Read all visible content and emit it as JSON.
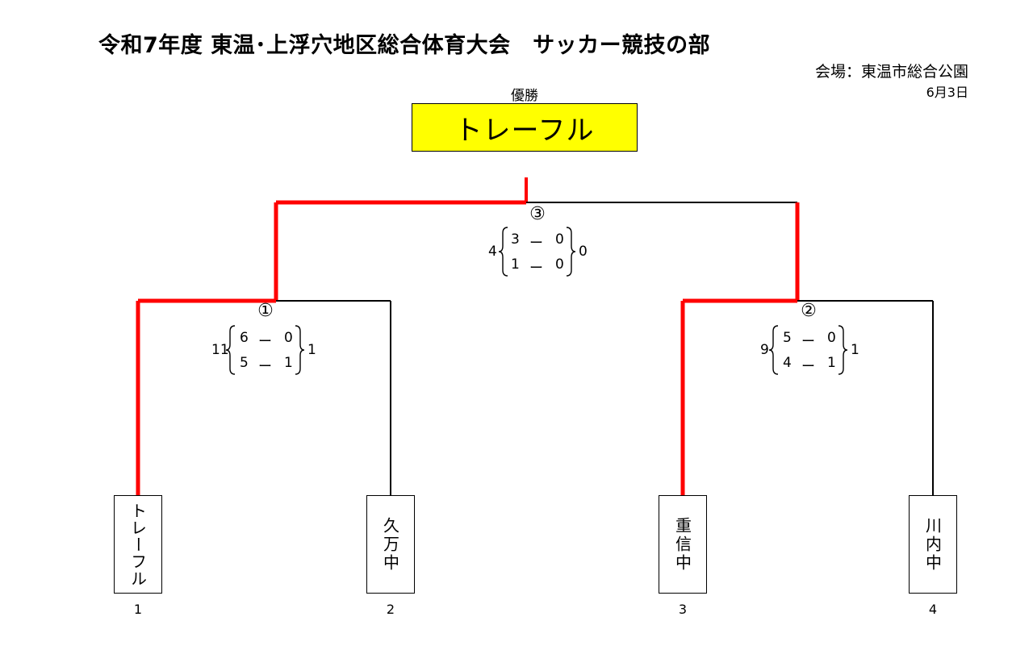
{
  "header": {
    "title": "令和7年度 東温･上浮穴地区総合体育大会　サッカー競技の部",
    "venue": "会場：東温市総合公園",
    "date": "6月3日"
  },
  "winner": {
    "label": "優勝",
    "name": "トレーフル"
  },
  "teams": [
    {
      "seed": "1",
      "name": "トレーフル"
    },
    {
      "seed": "2",
      "name": "久万中"
    },
    {
      "seed": "3",
      "name": "重信中"
    },
    {
      "seed": "4",
      "name": "川内中"
    }
  ],
  "matches": [
    {
      "number": "①",
      "total_left": "11",
      "total_right": "1",
      "half1_left": "6",
      "half1_right": "0",
      "half2_left": "5",
      "half2_right": "1",
      "dash": "ー"
    },
    {
      "number": "②",
      "total_left": "9",
      "total_right": "1",
      "half1_left": "5",
      "half1_right": "0",
      "half2_left": "4",
      "half2_right": "1",
      "dash": "ー"
    },
    {
      "number": "③",
      "total_left": "4",
      "total_right": "0",
      "half1_left": "3",
      "half1_right": "0",
      "half2_left": "1",
      "half2_right": "0",
      "dash": "ー"
    }
  ],
  "colors": {
    "win_line": "#ff0000",
    "normal_line": "#000000",
    "winner_fill": "#ffff00"
  }
}
